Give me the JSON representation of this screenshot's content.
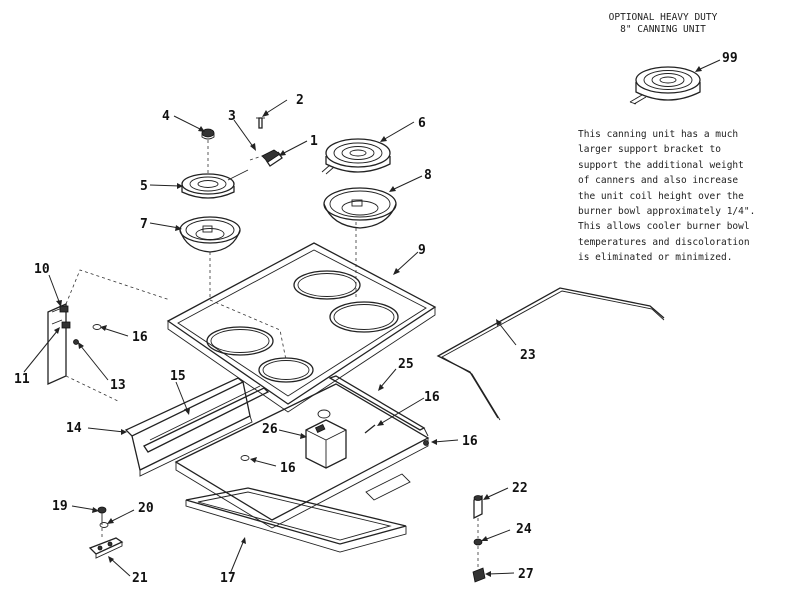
{
  "heading": {
    "line1": "OPTIONAL HEAVY DUTY",
    "line2": "8\" CANNING UNIT"
  },
  "note": {
    "lines": [
      "This canning unit has a much",
      "larger support bracket to",
      "support the additional weight",
      "of canners and also increase",
      "the unit coil height over the",
      "burner bowl approximately 1/4\".",
      "This allows cooler burner bowl",
      "temperatures and discoloration",
      "is eliminated or minimized."
    ]
  },
  "callouts": {
    "c1": "1",
    "c2": "2",
    "c3": "3",
    "c4": "4",
    "c5": "5",
    "c6": "6",
    "c7": "7",
    "c8": "8",
    "c9": "9",
    "c10": "10",
    "c11": "11",
    "c13": "13",
    "c14": "14",
    "c15": "15",
    "c16a": "16",
    "c16b": "16",
    "c16c": "16",
    "c16d": "16",
    "c17": "17",
    "c19": "19",
    "c20": "20",
    "c21": "21",
    "c22": "22",
    "c23": "23",
    "c24": "24",
    "c25": "25",
    "c26": "26",
    "c27": "27",
    "c99": "99"
  }
}
